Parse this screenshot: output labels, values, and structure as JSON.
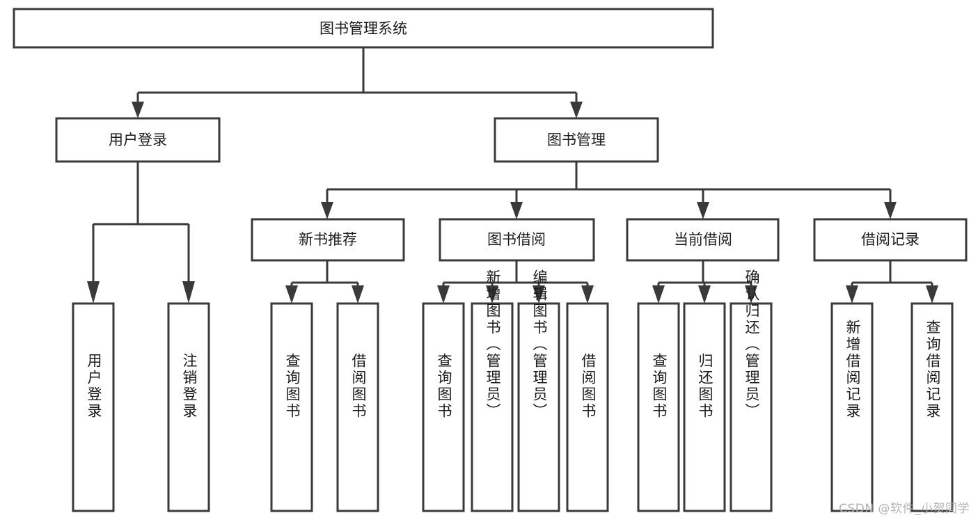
{
  "diagram": {
    "title": "图书管理系统",
    "type": "tree",
    "watermark": "CSDN @软件_小贺同学",
    "root": {
      "id": "root",
      "label": "图书管理系统"
    },
    "level2": [
      {
        "id": "user-login",
        "label": "用户登录"
      },
      {
        "id": "book-manage",
        "label": "图书管理"
      }
    ],
    "level3": [
      {
        "id": "new-book-rec",
        "label": "新书推荐"
      },
      {
        "id": "book-borrow",
        "label": "图书借阅"
      },
      {
        "id": "current-borrow",
        "label": "当前借阅"
      },
      {
        "id": "borrow-record",
        "label": "借阅记录"
      }
    ],
    "leaves": {
      "user_login": [
        {
          "id": "leaf-user-login",
          "label": "用户登录"
        },
        {
          "id": "leaf-logout-login",
          "label": "注销登录"
        }
      ],
      "new_book_rec": [
        {
          "id": "leaf-query-book-1",
          "label": "查询图书"
        },
        {
          "id": "leaf-borrow-book-1",
          "label": "借阅图书"
        }
      ],
      "book_borrow": [
        {
          "id": "leaf-query-book-2",
          "label": "查询图书"
        },
        {
          "id": "leaf-add-book",
          "label": "新增图书（管理员）"
        },
        {
          "id": "leaf-edit-book",
          "label": "编辑图书（管理员）"
        },
        {
          "id": "leaf-borrow-book-2",
          "label": "借阅图书"
        }
      ],
      "current_borrow": [
        {
          "id": "leaf-query-book-3",
          "label": "查询图书"
        },
        {
          "id": "leaf-return-book",
          "label": "归还图书"
        },
        {
          "id": "leaf-confirm-return",
          "label": "确认归还（管理员）"
        }
      ],
      "borrow_record": [
        {
          "id": "leaf-add-record",
          "label": "新增借阅记录"
        },
        {
          "id": "leaf-query-record",
          "label": "查询借阅记录"
        }
      ]
    },
    "colors": {
      "stroke": "#3a3a3a",
      "fill": "#ffffff",
      "text": "#1b1b1b",
      "watermark": "#b4b4b4"
    }
  }
}
